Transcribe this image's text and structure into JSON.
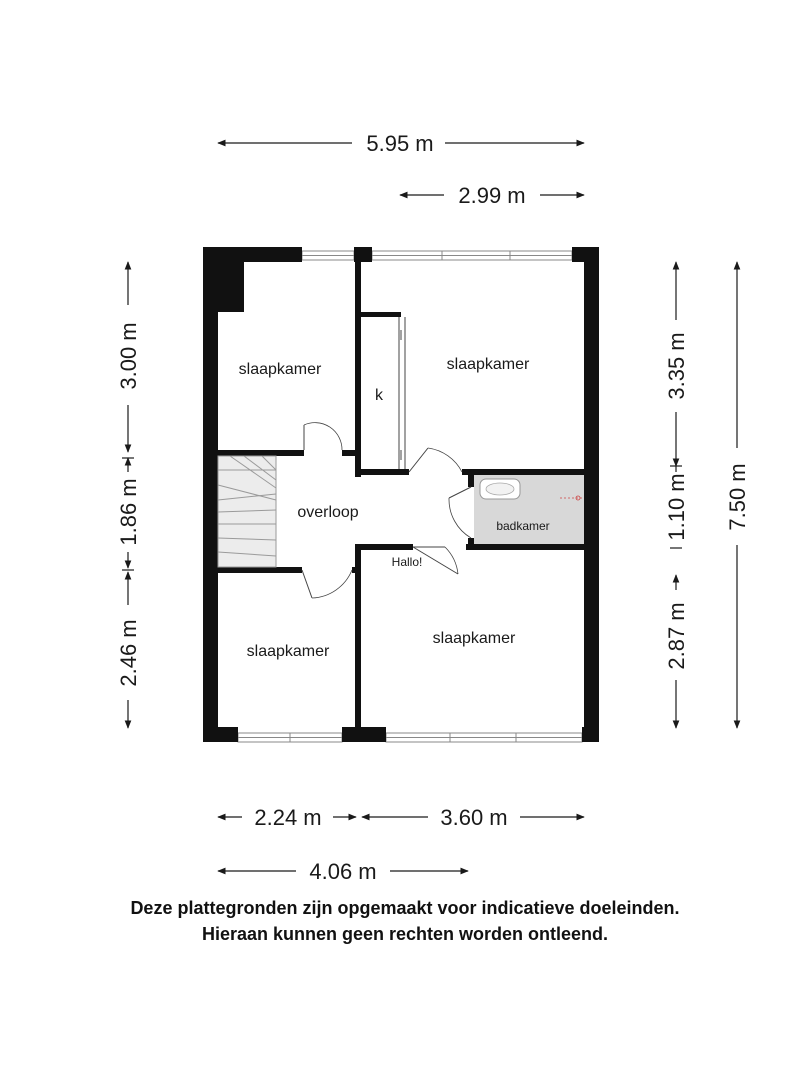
{
  "dimensions": {
    "top_total": "5.95 m",
    "top_right": "2.99 m",
    "left_top": "3.00 m",
    "left_middle": "1.86 m",
    "left_bottom": "2.46 m",
    "right_top": "3.35 m",
    "right_middle": "1.10 m",
    "right_bottom": "2.87 m",
    "right_total": "7.50 m",
    "bottom_left": "2.24 m",
    "bottom_right": "3.60 m",
    "bottom_total": "4.06 m"
  },
  "rooms": {
    "bedroom_top_left": "slaapkamer",
    "bedroom_top_right": "slaapkamer",
    "closet": "k",
    "landing": "overloop",
    "bathroom": "badkamer",
    "bedroom_bottom_left": "slaapkamer",
    "bedroom_bottom_right": "slaapkamer",
    "note": "Hallo!"
  },
  "disclaimer": {
    "line1": "Deze plattegronden zijn opgemaakt voor indicatieve doeleinden.",
    "line2": "Hieraan kunnen geen rechten worden ontleend."
  }
}
